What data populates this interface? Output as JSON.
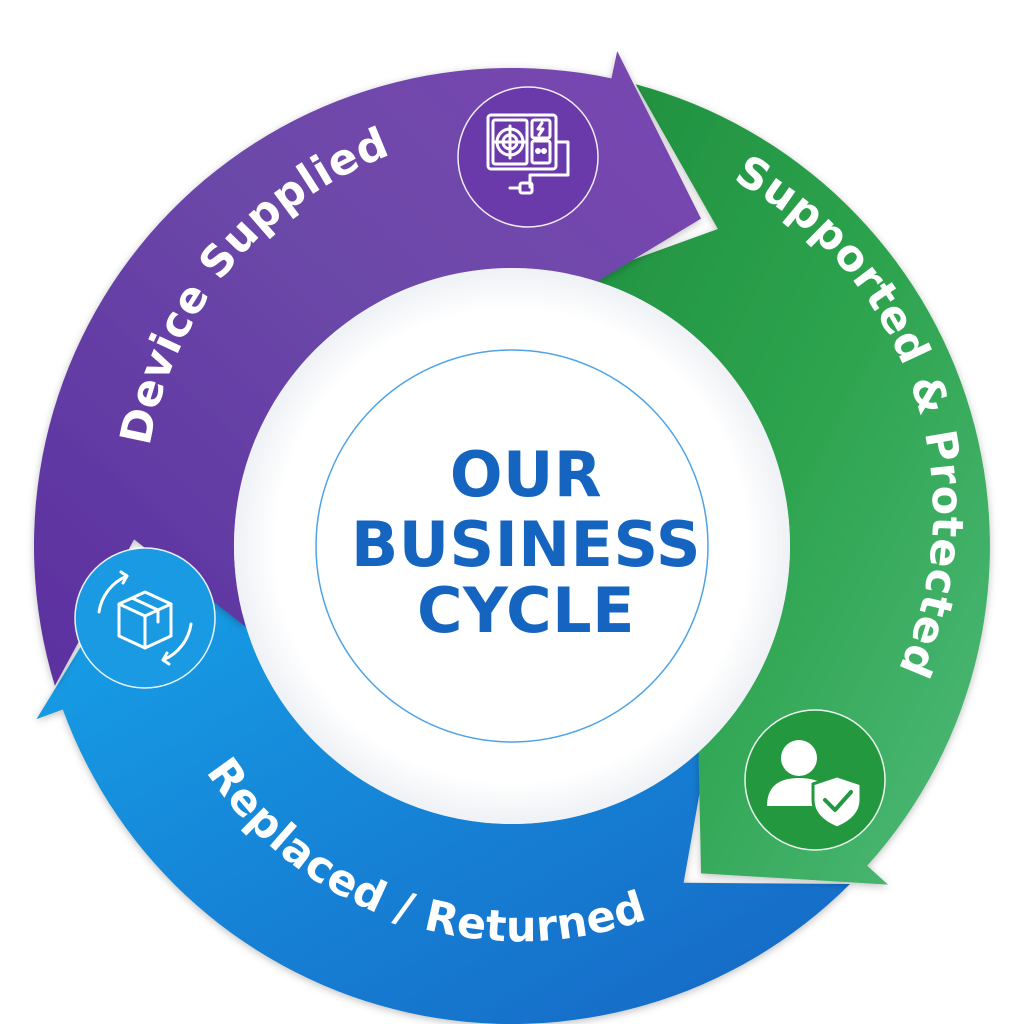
{
  "center": {
    "line1": "OUR",
    "line2": "BUSINESS",
    "line3": "CYCLE"
  },
  "segments": {
    "device_supplied": {
      "label": "Device Supplied",
      "icon": "power-supply-icon",
      "color": "#6a3fa6"
    },
    "supported_protected": {
      "label": "Supported & Protected",
      "icon": "user-shield-icon",
      "color": "#2ea44f"
    },
    "replaced_returned": {
      "label": "Replaced / Returned",
      "icon": "box-cycle-icon",
      "color": "#1888d8"
    }
  },
  "colors": {
    "title": "#1565c0",
    "purple": "#6a3fa6",
    "green": "#2ea44f",
    "blue": "#1888d8"
  }
}
